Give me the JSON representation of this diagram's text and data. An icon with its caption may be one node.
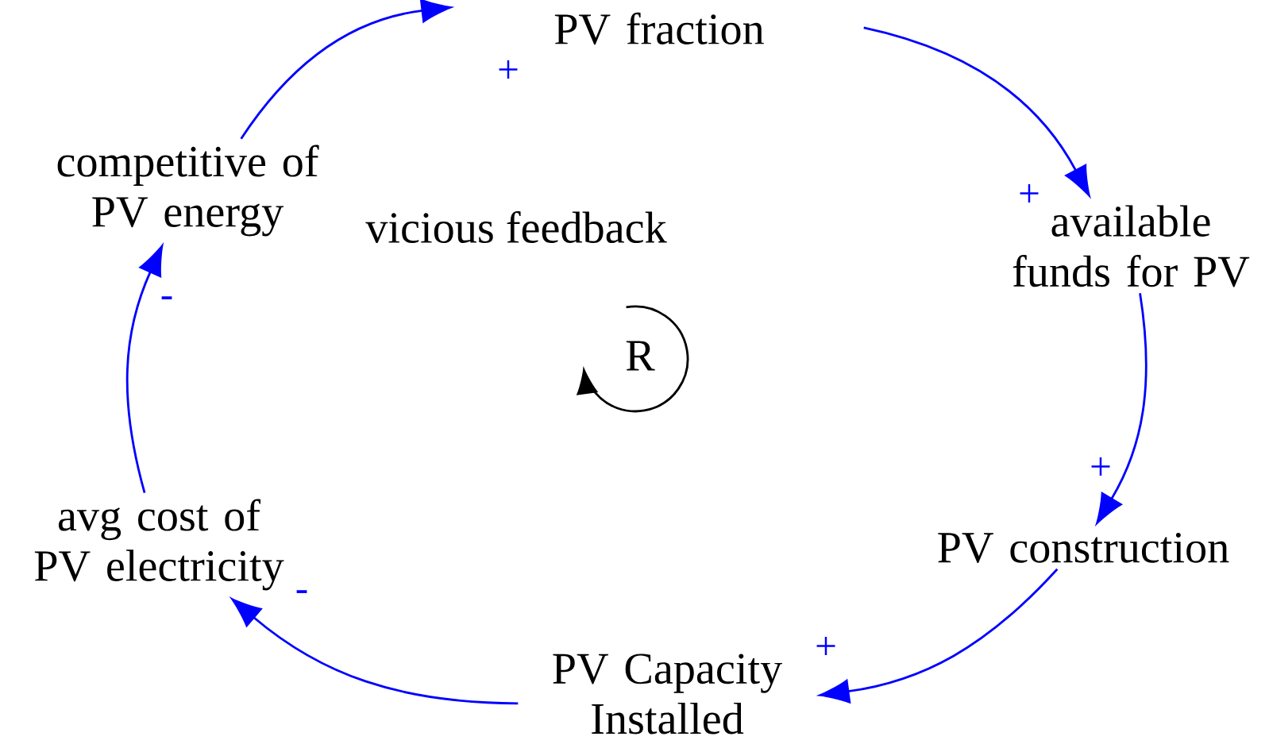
{
  "diagram": {
    "nodes": [
      {
        "text": [
          "PV fraction"
        ]
      },
      {
        "text": [
          "available funds for PV"
        ]
      },
      {
        "text": [
          "PV construction"
        ]
      },
      {
        "text": [
          "PV Capacity Installed"
        ]
      },
      {
        "text": [
          "avg cost of PV electricity"
        ]
      },
      {
        "text": [
          "competitive of PV energy"
        ]
      }
    ],
    "edges": [
      {
        "from": 5,
        "to": 0,
        "arrow": "to",
        "label": "+"
      },
      {
        "from": 0,
        "to": 1,
        "arrow": "to",
        "label": "+"
      },
      {
        "from": 1,
        "to": 2,
        "arrow": "to",
        "label": "+"
      },
      {
        "from": 2,
        "to": 3,
        "arrow": "to",
        "label": "+"
      },
      {
        "from": 3,
        "to": 4,
        "arrow": "to",
        "label": "-"
      },
      {
        "from": 4,
        "to": 5,
        "arrow": "to",
        "label": "-"
      }
    ],
    "labels": [
      "vicious feedback",
      "R"
    ]
  }
}
